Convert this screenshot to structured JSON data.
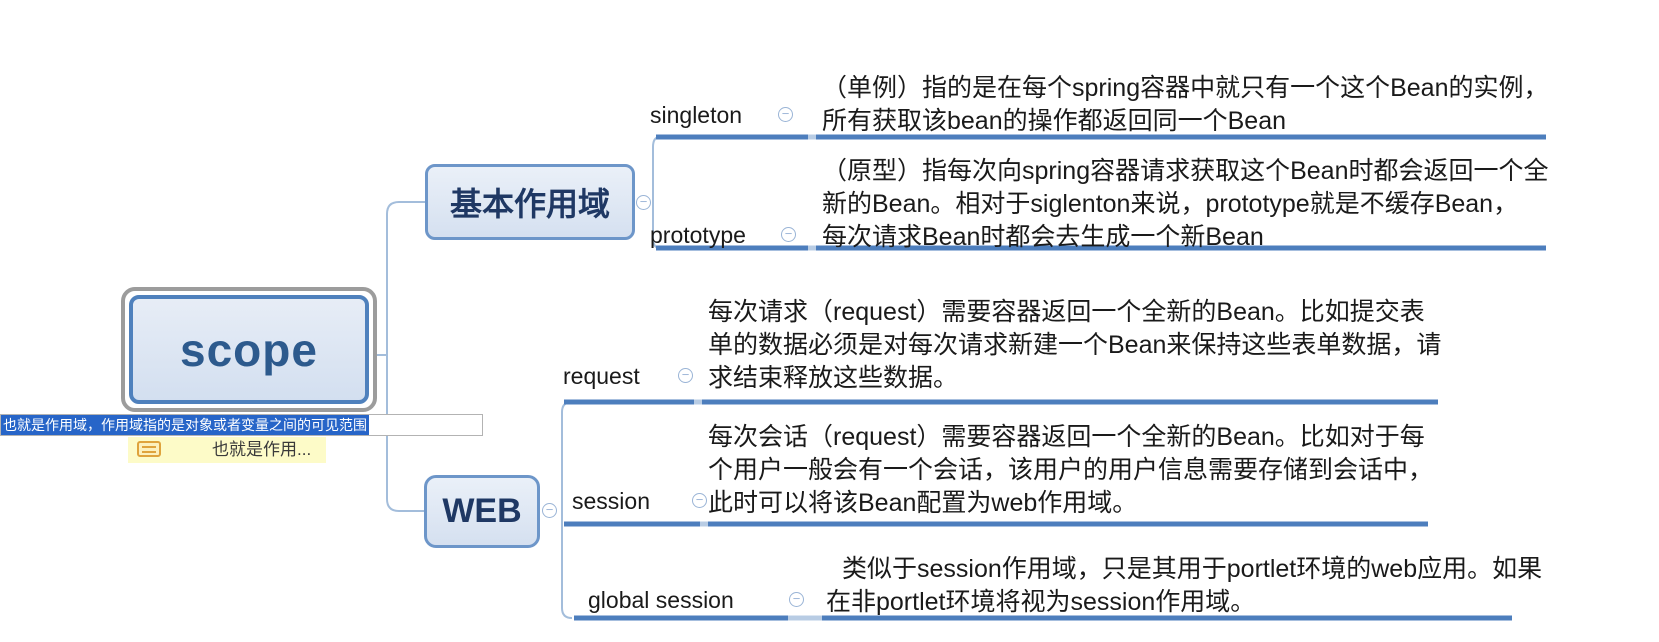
{
  "app": "mind-map-canvas",
  "ui": {
    "collapse_glyph": "−"
  },
  "colors": {
    "node_fill": "#dbe5f1",
    "node_border": "#6d96c9",
    "root_border": "#4f81bd",
    "selection_frame": "#9c9c9c",
    "underline": "#4d7ebd",
    "connector": "#a3bddb",
    "highlight_bg": "#2765c8",
    "note_bg": "#fdfbc8",
    "node_text": "#1f3864"
  },
  "root": {
    "label": "scope",
    "edit_text": "也就是作用域，作用域指的是对象或者变量之间的可见范围",
    "note_preview": "也就是作用..."
  },
  "branches": [
    {
      "label": "基本作用域",
      "children": [
        {
          "label": "singleton",
          "lines": [
            "（单例）指的是在每个spring容器中就只有一个这个Bean的实例，",
            "所有获取该bean的操作都返回同一个Bean"
          ]
        },
        {
          "label": "prototype",
          "lines": [
            "（原型）指每次向spring容器请求获取这个Bean时都会返回一个全",
            "新的Bean。相对于siglenton来说，prototype就是不缓存Bean，",
            "每次请求Bean时都会去生成一个新Bean"
          ]
        }
      ]
    },
    {
      "label": "WEB",
      "children": [
        {
          "label": "request",
          "lines": [
            "每次请求（request）需要容器返回一个全新的Bean。比如提交表",
            "单的数据必须是对每次请求新建一个Bean来保持这些表单数据，请",
            "求结束释放这些数据。"
          ]
        },
        {
          "label": "session",
          "lines": [
            "每次会话（request）需要容器返回一个全新的Bean。比如对于每",
            "个用户一般会有一个会话，该用户的用户信息需要存储到会话中，",
            "此时可以将该Bean配置为web作用域。"
          ]
        },
        {
          "label": "global session",
          "lines": [
            "类似于session作用域，只是其用于portlet环境的web应用。如果",
            "在非portlet环境将视为session作用域。"
          ]
        }
      ]
    }
  ]
}
